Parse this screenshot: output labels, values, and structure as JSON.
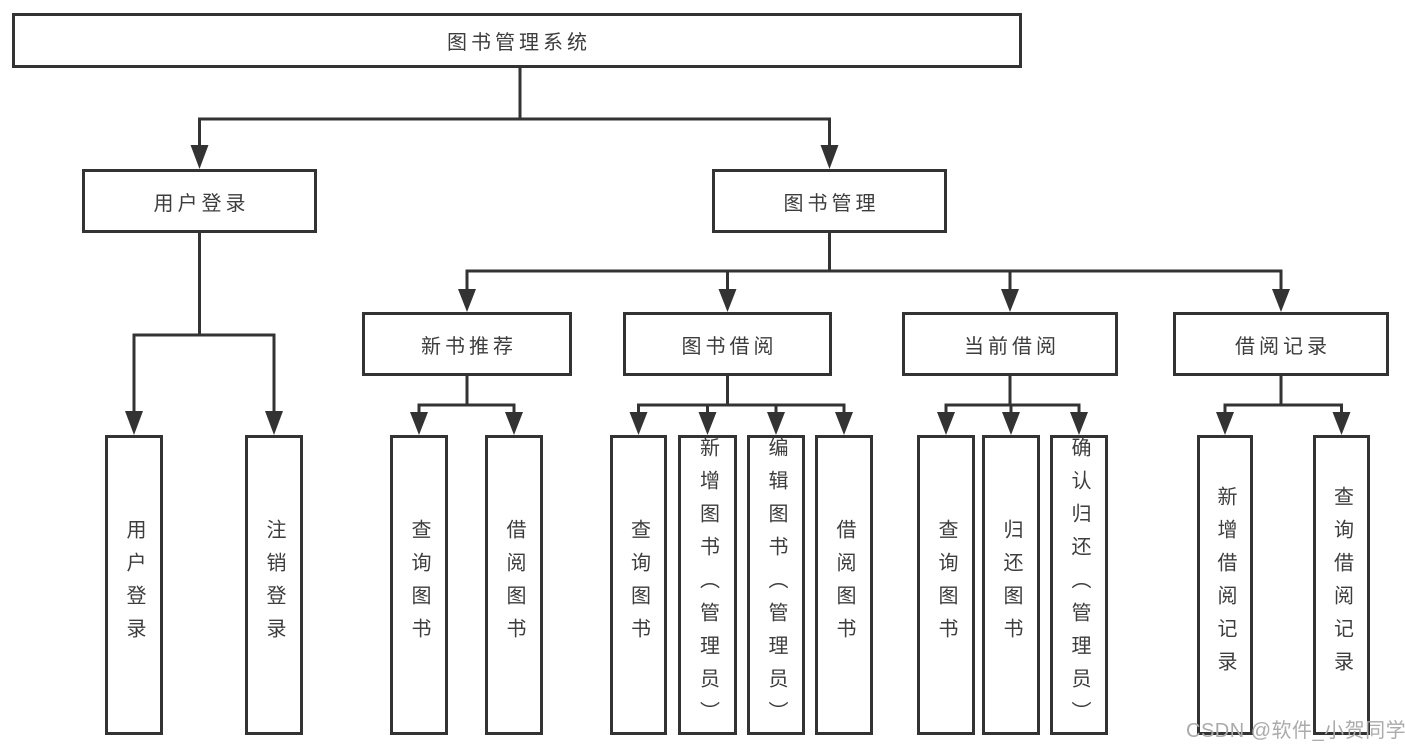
{
  "colors": {
    "line": "#333333",
    "text": "#3d3d3d",
    "watermark": "#ababab",
    "background": "#ffffff"
  },
  "watermark": "CSDN @软件_小贺同学",
  "tree": {
    "root": "图书管理系统",
    "children": [
      {
        "label": "用户登录",
        "children": [
          "用户登录",
          "注销登录"
        ]
      },
      {
        "label": "图书管理",
        "children": [
          {
            "label": "新书推荐",
            "children": [
              "查询图书",
              "借阅图书"
            ]
          },
          {
            "label": "图书借阅",
            "children": [
              "查询图书",
              "新增图书（管理员）",
              "编辑图书（管理员）",
              "借阅图书"
            ]
          },
          {
            "label": "当前借阅",
            "children": [
              "查询图书",
              "归还图书",
              "确认归还（管理员）"
            ]
          },
          {
            "label": "借阅记录",
            "children": [
              "新增借阅记录",
              "查询借阅记录"
            ]
          }
        ]
      }
    ]
  }
}
